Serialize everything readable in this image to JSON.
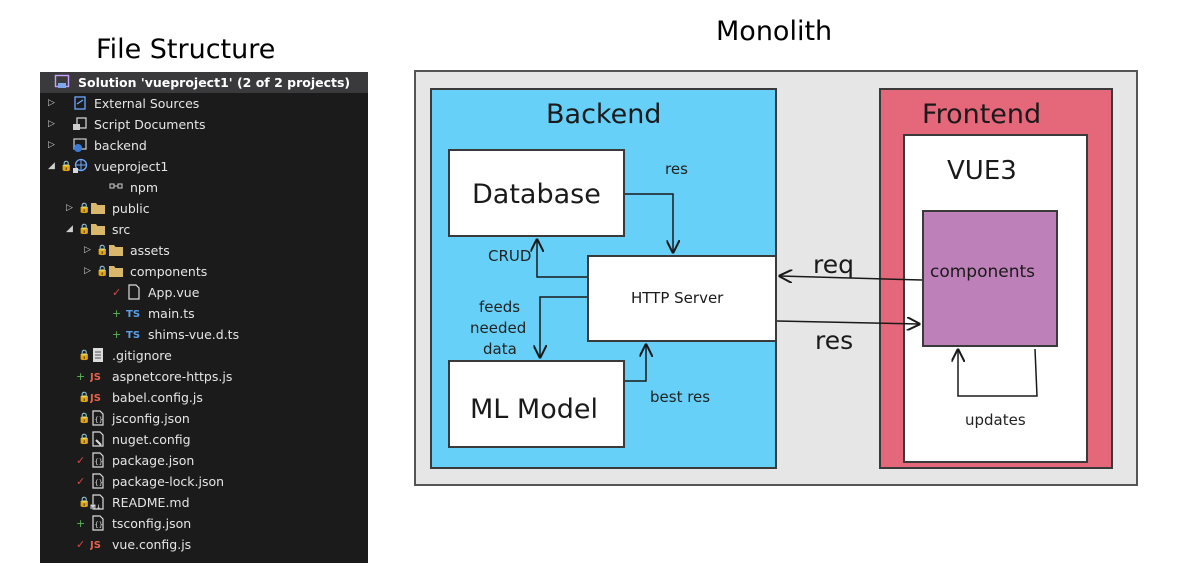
{
  "file_structure": {
    "title": "File Structure",
    "solution_label": "Solution 'vueproject1' (2 of 2 projects)",
    "items": [
      {
        "label": "External Sources",
        "icon": "external-sources-icon",
        "arrow": "▷",
        "lock": "",
        "status": ""
      },
      {
        "label": "Script Documents",
        "icon": "script-documents-icon",
        "arrow": "▷",
        "lock": "",
        "status": ""
      },
      {
        "label": "backend",
        "icon": "web-project-icon",
        "arrow": "▷",
        "lock": "",
        "status": ""
      },
      {
        "label": "vueproject1",
        "icon": "globe-project-icon",
        "arrow": "◢",
        "lock": "🔒",
        "status": ""
      },
      {
        "label": "npm",
        "icon": "npm-icon",
        "arrow": "",
        "lock": "",
        "status": ""
      },
      {
        "label": "public",
        "icon": "folder-icon",
        "arrow": "▷",
        "lock": "🔒",
        "status": ""
      },
      {
        "label": "src",
        "icon": "folder-icon",
        "arrow": "◢",
        "lock": "🔒",
        "status": ""
      },
      {
        "label": "assets",
        "icon": "folder-icon",
        "arrow": "▷",
        "lock": "🔒",
        "status": ""
      },
      {
        "label": "components",
        "icon": "folder-icon",
        "arrow": "▷",
        "lock": "🔒",
        "status": ""
      },
      {
        "label": "App.vue",
        "icon": "file-icon",
        "arrow": "",
        "lock": "",
        "status": "✓"
      },
      {
        "label": "main.ts",
        "icon": "ts-file-icon",
        "arrow": "",
        "lock": "",
        "status": "+"
      },
      {
        "label": "shims-vue.d.ts",
        "icon": "ts-file-icon",
        "arrow": "",
        "lock": "",
        "status": "+"
      },
      {
        "label": ".gitignore",
        "icon": "text-file-icon",
        "arrow": "",
        "lock": "🔒",
        "status": ""
      },
      {
        "label": "aspnetcore-https.js",
        "icon": "js-file-icon",
        "arrow": "",
        "lock": "",
        "status": "+"
      },
      {
        "label": "babel.config.js",
        "icon": "js-file-icon",
        "arrow": "",
        "lock": "🔒",
        "status": ""
      },
      {
        "label": "jsconfig.json",
        "icon": "json-file-icon",
        "arrow": "",
        "lock": "🔒",
        "status": ""
      },
      {
        "label": "nuget.config",
        "icon": "config-file-icon",
        "arrow": "",
        "lock": "🔒",
        "status": ""
      },
      {
        "label": "package.json",
        "icon": "json-file-icon",
        "arrow": "",
        "lock": "",
        "status": "✓"
      },
      {
        "label": "package-lock.json",
        "icon": "json-file-icon",
        "arrow": "",
        "lock": "",
        "status": "✓"
      },
      {
        "label": "README.md",
        "icon": "markdown-file-icon",
        "arrow": "",
        "lock": "🔒",
        "status": ""
      },
      {
        "label": "tsconfig.json",
        "icon": "json-file-icon",
        "arrow": "",
        "lock": "",
        "status": "+"
      },
      {
        "label": "vue.config.js",
        "icon": "js-file-icon",
        "arrow": "",
        "lock": "",
        "status": "✓"
      }
    ]
  },
  "diagram": {
    "title": "Monolith",
    "backend_label": "Backend",
    "frontend_label": "Frontend",
    "database_label": "Database",
    "http_server_label": "HTTP Server",
    "ml_model_label": "ML Model",
    "vue_label": "VUE3",
    "components_label": "components",
    "edge_labels": {
      "db_res": "res",
      "crud": "CRUD",
      "feeds_line1": "feeds",
      "feeds_line2": "needed",
      "feeds_line3": "data",
      "best_res": "best res",
      "req": "req",
      "res": "res",
      "updates": "updates"
    }
  },
  "colors": {
    "backend_fill": "#66d0f8",
    "frontend_fill": "#e5677a",
    "components_fill": "#be80b8",
    "monolith_fill": "#e6e6e6",
    "tree_background": "#1b1b1c"
  }
}
